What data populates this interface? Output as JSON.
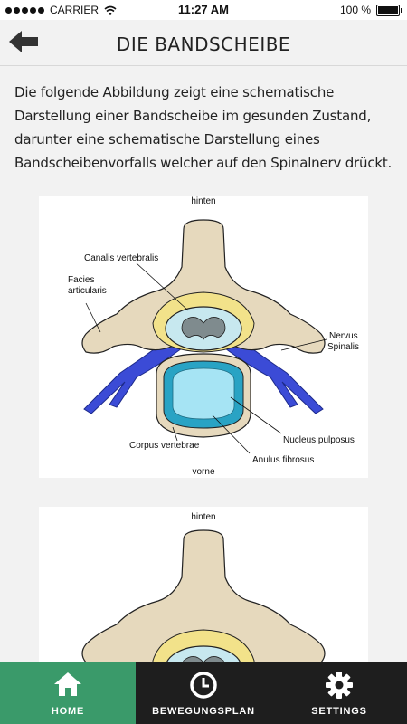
{
  "status": {
    "carrier": "CARRIER",
    "time": "11:27 AM",
    "battery": "100 %"
  },
  "header": {
    "title": "DIE BANDSCHEIBE"
  },
  "intro": "Die folgende Abbildung zeigt eine schematische Darstellung einer Bandscheibe im gesunden Zustand, darunter eine schematische Darstellung eines Bandscheibenvorfalls welcher auf den Spinalnerv drückt.",
  "figure1": {
    "labels": {
      "top": "hinten",
      "canalis": "Canalis vertebralis",
      "facies1": "Facies",
      "facies2": "articularis",
      "nervus1": "Nervus",
      "nervus2": "Spinalis",
      "nucleus": "Nucleus pulposus",
      "corpus": "Corpus vertebrae",
      "anulus": "Anulus fibrosus",
      "bottom": "vorne"
    }
  },
  "figure2": {
    "labels": {
      "top": "hinten"
    }
  },
  "colors": {
    "tab_active": "#3a9a6a",
    "tab_bar": "#1e1e1e",
    "bone": "#e6d9bd",
    "disc_outer": "#29a3c4",
    "disc_inner": "#a6e4f4",
    "nerve": "#3b4bd6",
    "spinal_ring": "#f2e28a"
  },
  "tabs": [
    {
      "label": "HOME",
      "icon": "home-icon"
    },
    {
      "label": "BEWEGUNGSPLAN",
      "icon": "clock-icon"
    },
    {
      "label": "SETTINGS",
      "icon": "gear-icon"
    }
  ]
}
